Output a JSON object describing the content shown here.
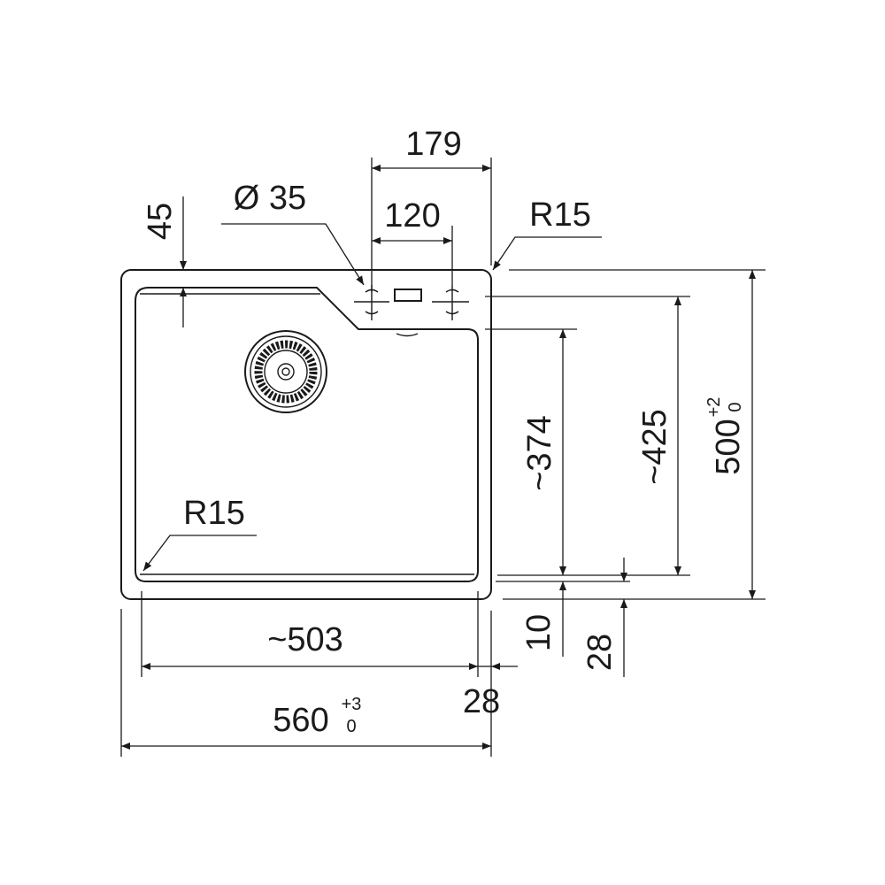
{
  "title": "Undermount sink dimension drawing",
  "colors": {
    "line": "#1a1a1a",
    "background": "#ffffff"
  },
  "dimensions": {
    "tap_span": "179",
    "tap_spacing": "120",
    "hole_diameter": "Ø 35",
    "rim_top": "45",
    "corner_radius_outer": "R15",
    "corner_radius_inner": "R15",
    "bowl_depth_short": "~374",
    "bowl_depth_long": "~425",
    "overall_depth": "500",
    "overall_depth_tol_plus": "+2",
    "overall_depth_tol_minus": "0",
    "bottom_rim_inner": "10",
    "bottom_rim_outer": "28",
    "bowl_width": "~503",
    "side_rim": "28",
    "overall_width": "560",
    "overall_width_tol_plus": "+3",
    "overall_width_tol_minus": "0"
  }
}
